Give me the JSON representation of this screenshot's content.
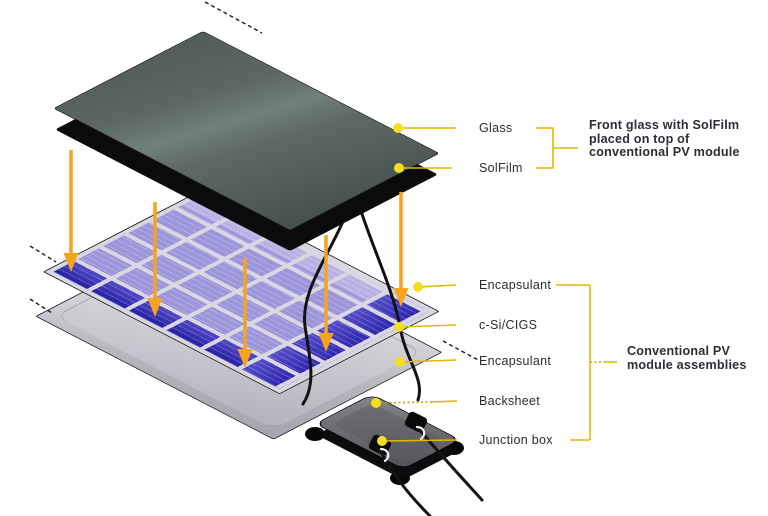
{
  "background_color": "#ffffff",
  "palette": {
    "leader_line": "#e3b900",
    "leader_line_dotted": "#c9a000",
    "label_dot": "#f4df1e",
    "sunlight_arrow": "#f6a41e",
    "text": "#2b2e34",
    "glass_face": "#5c6763",
    "solfilm_layer": "#0b0b0c",
    "cell_purple": "#9d95da",
    "cell_edge_dark": "#251ea3",
    "cell_gap": "#d9d7e1",
    "backsheet_gray": "#c4c3cb",
    "junction_box": "#0c0c0e",
    "wire": "#131313"
  },
  "layer_labels": [
    {
      "id": "glass",
      "text": "Glass"
    },
    {
      "id": "solfilm",
      "text": "SolFilm"
    },
    {
      "id": "encapsulant-top",
      "text": "Encapsulant"
    },
    {
      "id": "c-si-cigs",
      "text": "c-Si/CIGS"
    },
    {
      "id": "encapsulant-bottom",
      "text": "Encapsulant"
    },
    {
      "id": "backsheet",
      "text": "Backsheet"
    },
    {
      "id": "junction-box",
      "text": "Junction box"
    }
  ],
  "annotations": {
    "front_glass": {
      "lines": [
        "Front glass with SolFilm",
        "placed on top of",
        "conventional PV module"
      ]
    },
    "conventional": {
      "lines": [
        "Conventional PV",
        "module assemblies"
      ]
    }
  },
  "diagram": {
    "type": "exploded-isometric-pv-module",
    "layers_top_to_bottom": [
      "glass",
      "solfilm",
      "encapsulant",
      "c-si-cigs-cells",
      "encapsulant",
      "backsheet",
      "junction-box"
    ],
    "sunlight_arrow_count": 5,
    "wire_count": 2
  }
}
